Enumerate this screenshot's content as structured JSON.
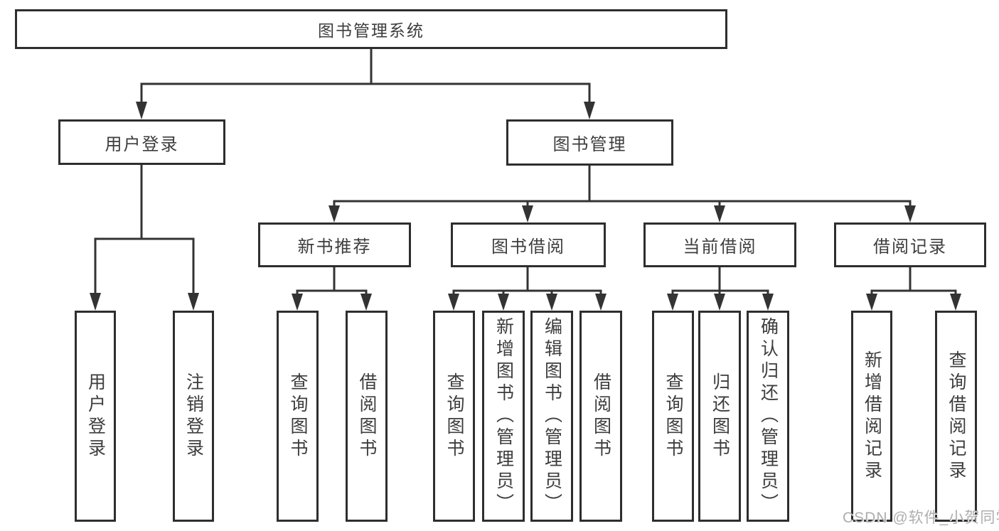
{
  "colors": {
    "background": "#ffffff",
    "line": "#333333",
    "box_border": "#2e2e2e",
    "text": "#3d3d3d",
    "watermark": "#aeaeae"
  },
  "watermark": {
    "text": "CSDN @软件_小贺同学"
  },
  "diagram": {
    "type": "feature-tree",
    "root": "图书管理系统",
    "branches": [
      {
        "label": "用户登录",
        "children": [
          "用户登录",
          "注销登录"
        ]
      },
      {
        "label": "图书管理",
        "sections": [
          {
            "label": "新书推荐",
            "children": [
              "查询图书",
              "借阅图书"
            ]
          },
          {
            "label": "图书借阅",
            "children": [
              "查询图书",
              "新增图书（管理员）",
              "编辑图书（管理员）",
              "借阅图书"
            ]
          },
          {
            "label": "当前借阅",
            "children": [
              "查询图书",
              "归还图书",
              "确认归还（管理员）"
            ]
          },
          {
            "label": "借阅记录",
            "children": [
              "新增借阅记录",
              "查询借阅记录"
            ]
          }
        ]
      }
    ]
  }
}
